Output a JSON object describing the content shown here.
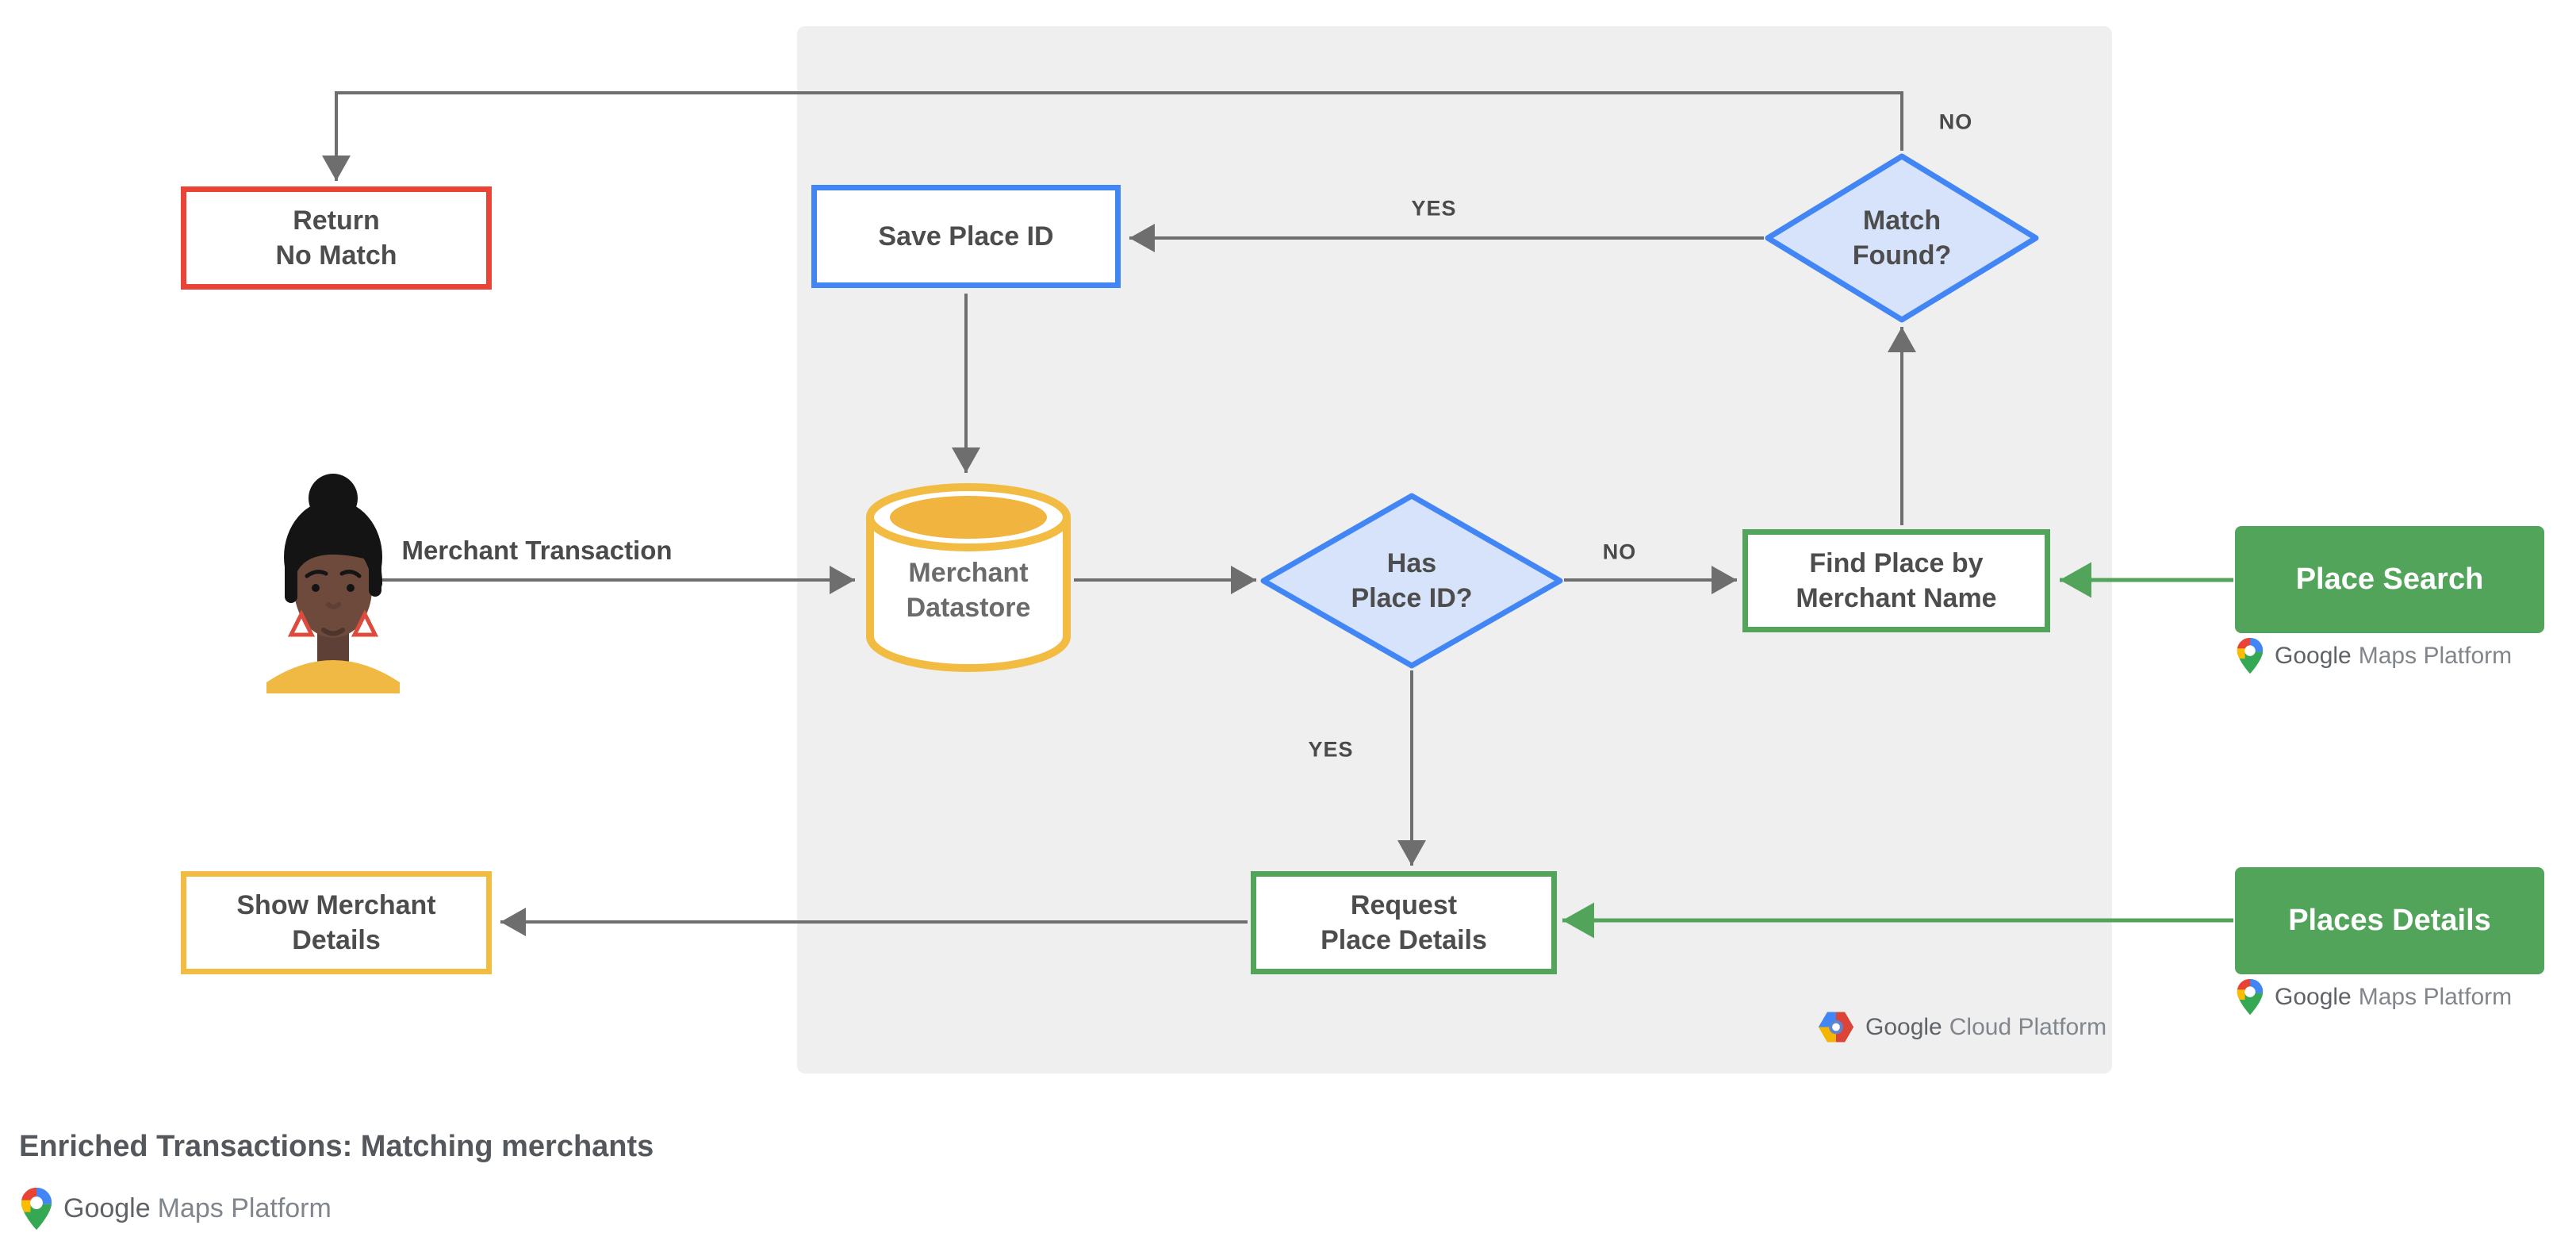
{
  "title": "Enriched Transactions: Matching merchants",
  "colors": {
    "red": "#E94435",
    "blue": "#4285F4",
    "blue_fill": "#D7E3FB",
    "green": "#52A45A",
    "yellow": "#F2BC42",
    "panel_gray": "#EFEFEF",
    "arrow_gray": "#6E6E6E",
    "text_gray": "#4D4D4D"
  },
  "nodes": {
    "return_no_match": {
      "label": "Return\nNo Match"
    },
    "save_place_id": {
      "label": "Save Place ID"
    },
    "match_found": {
      "label": "Match\nFound?"
    },
    "merchant_datastore": {
      "label": "Merchant\nDatastore"
    },
    "has_place_id": {
      "label": "Has\nPlace ID?"
    },
    "find_place_by_merchant_name": {
      "label": "Find Place by\nMerchant Name"
    },
    "place_search": {
      "label": "Place Search"
    },
    "request_place_details": {
      "label": "Request\nPlace Details"
    },
    "places_details": {
      "label": "Places Details"
    },
    "show_merchant_details": {
      "label": "Show Merchant\nDetails"
    }
  },
  "edge_labels": {
    "match_found_yes": "YES",
    "match_found_no": "NO",
    "has_place_id_no": "NO",
    "has_place_id_yes": "YES",
    "merchant_transaction": "Merchant Transaction"
  },
  "logos": {
    "google_cloud_platform": {
      "google": "Google",
      "rest": "Cloud Platform"
    },
    "google_maps_platform": {
      "google": "Google",
      "rest": "Maps Platform"
    }
  }
}
